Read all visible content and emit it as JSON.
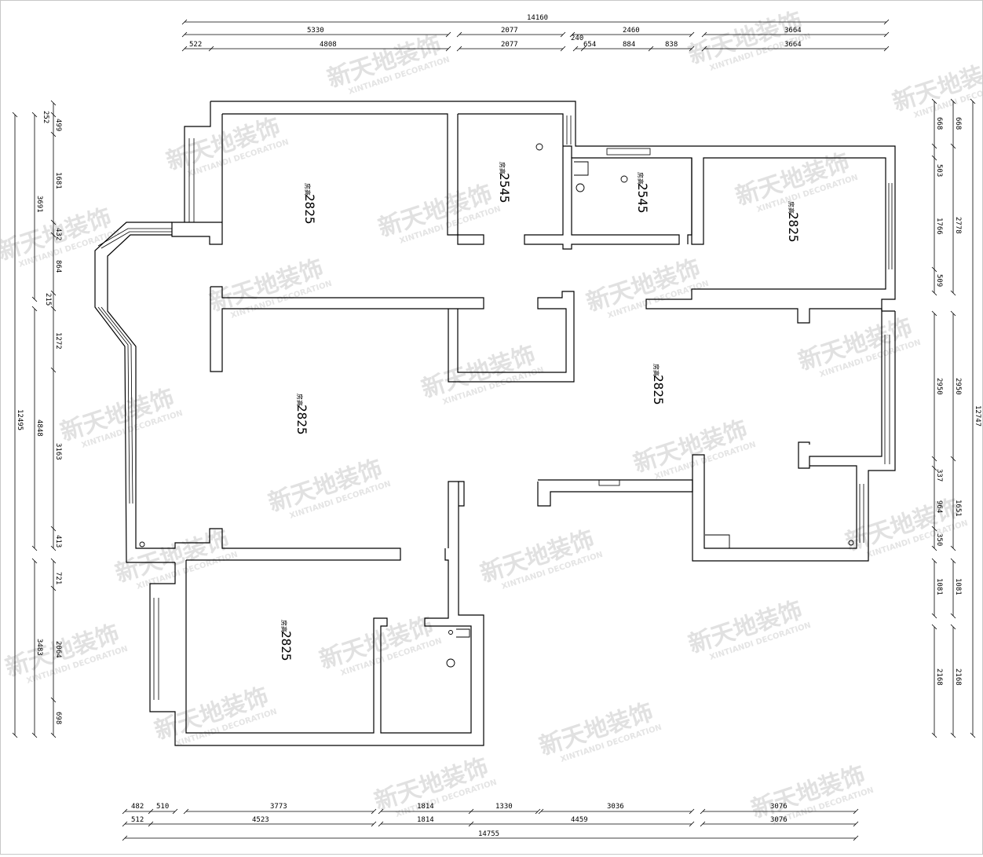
{
  "dimensions": {
    "top": {
      "total": "14160",
      "row1": [
        "5330",
        "2077",
        "2460",
        "3664"
      ],
      "row2": [
        "522",
        "4808",
        "2077",
        "240",
        "654",
        "884",
        "838",
        "3664"
      ]
    },
    "bottom": {
      "total": "14755",
      "row1": [
        "482",
        "510",
        "3773",
        "1814",
        "1330",
        "3036",
        "3076"
      ],
      "row2": [
        "512",
        "4523",
        "1814",
        "4459",
        "3076"
      ]
    },
    "left": {
      "total": "12495",
      "mid": [
        "3691",
        "4848",
        "3483"
      ],
      "inner": [
        "252",
        "499",
        "1681",
        "432",
        "864",
        "215",
        "1272",
        "3163",
        "413",
        "721",
        "2064",
        "698"
      ]
    },
    "right": {
      "total": "12747",
      "outer": [
        "668",
        "2778",
        "2950",
        "1651",
        "1081",
        "2168"
      ],
      "inner": [
        "668",
        "503",
        "1766",
        "509",
        "2950",
        "337",
        "964",
        "350",
        "1081",
        "2168"
      ]
    }
  },
  "rooms": [
    {
      "tag": "房高",
      "height": "2825"
    },
    {
      "tag": "房高",
      "height": "2545"
    },
    {
      "tag": "房高",
      "height": "2545"
    },
    {
      "tag": "房高",
      "height": "2825"
    },
    {
      "tag": "房高",
      "height": "2825"
    },
    {
      "tag": "房高",
      "height": "2825"
    },
    {
      "tag": "房高",
      "height": "2825"
    }
  ],
  "watermark": {
    "brand": "新天地装饰",
    "sub": "XINTIANDI DECORATION"
  }
}
